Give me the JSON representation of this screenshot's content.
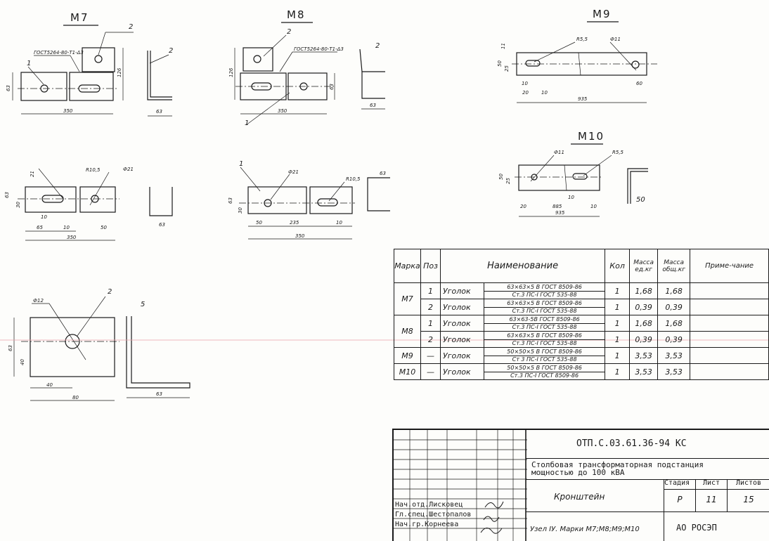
{
  "drawings": {
    "m7": {
      "title": "М7",
      "gost": "ГОСТ5264-80-Т1-Δ3",
      "pos1": "1",
      "pos2": "2",
      "d350": "350",
      "d126": "126",
      "d63": "63",
      "d63b": "63",
      "plan": {
        "r": "R10,5",
        "dia": "Ф21",
        "d21": "21",
        "d30": "30",
        "d65": "65",
        "d10": "10",
        "d50": "50",
        "d350": "350",
        "d63": "63",
        "d63b": "63",
        "d10b": "10"
      }
    },
    "m8": {
      "title": "М8",
      "gost": "ГОСТ5264-80-Т1-Δ3",
      "pos1": "1",
      "pos2": "2",
      "d126": "126",
      "d63": "63",
      "d350": "350",
      "d63b": "63",
      "plan": {
        "pos": "1",
        "dia": "Ф21",
        "r": "R10,5",
        "d63": "63",
        "d30": "30",
        "d50": "50",
        "d235": "235",
        "d10": "10",
        "d350": "350",
        "d63b": "63"
      }
    },
    "m9": {
      "title": "М9",
      "r": "R5,5",
      "dia": "Ф11",
      "d11": "11",
      "d50": "50",
      "d25": "25",
      "d10": "10",
      "d20": "20",
      "d10b": "10",
      "d60": "60",
      "d935": "935"
    },
    "m10": {
      "title": "М10",
      "dia": "Ф11",
      "r": "R5,5",
      "d50": "50",
      "d25": "25",
      "d10": "10",
      "d20": "20",
      "d885": "885",
      "d10b": "10",
      "d935": "935",
      "d50b": "50"
    },
    "pos2": {
      "dia": "Ф12",
      "pos": "2",
      "d5": "5",
      "d63": "63",
      "d40": "40",
      "d40b": "40",
      "d80": "80",
      "d63b": "63"
    }
  },
  "spec_table": {
    "headers": {
      "mark": "Марка",
      "pos": "Поз",
      "name": "Наименование",
      "qty": "Кол",
      "mass_unit": "Масса ед.кг",
      "mass_total": "Масса общ.кг",
      "note": "Приме-чание"
    },
    "rows": [
      {
        "mark": "М7",
        "pos": "1",
        "item": "Уголок",
        "spec_top": "63×63×5 В ГОСТ 8509-86",
        "spec_bot": "Ст.3 ПС-I ГОСТ 535-88",
        "qty": "1",
        "mu": "1,68",
        "mt": "1,68"
      },
      {
        "mark": "",
        "pos": "2",
        "item": "Уголок",
        "spec_top": "63×63×5 В ГОСТ 8509-86",
        "spec_bot": "Ст.3 ПС-I ГОСТ 535-88",
        "qty": "1",
        "mu": "0,39",
        "mt": "0,39"
      },
      {
        "mark": "М8",
        "pos": "1",
        "item": "Уголок",
        "spec_top": "63×63-5В ГОСТ 8509-86",
        "spec_bot": "Ст.3 ПС-I ГОСТ 535-88",
        "qty": "1",
        "mu": "1,68",
        "mt": "1,68"
      },
      {
        "mark": "",
        "pos": "2",
        "item": "Уголок",
        "spec_top": "63×63×5 В ГОСТ 8509-86",
        "spec_bot": "Ст.3 ПС-I ГОСТ 535-88",
        "qty": "1",
        "mu": "0,39",
        "mt": "0,39"
      },
      {
        "mark": "М9",
        "pos": "—",
        "item": "Уголок",
        "spec_top": "50×50×5 В ГОСТ 8509-86",
        "spec_bot": "Ст 3 ПС-I ГОСТ 535-88",
        "qty": "1",
        "mu": "3,53",
        "mt": "3,53"
      },
      {
        "mark": "М10",
        "pos": "—",
        "item": "Уголок",
        "spec_top": "50×50×5 В ГОСТ 8509-86",
        "spec_bot": "Ст.3 ПС-I ГОСТ 8509-86",
        "qty": "1",
        "mu": "3,53",
        "mt": "3,53"
      }
    ]
  },
  "title_block": {
    "doc_code": "ОТП.С.03.61.36-94 КС",
    "project": "Столбовая трансформаторная подстанция мощностью до 100 кВА",
    "sheet_name": "Кронштейн",
    "stage_label": "Стадия",
    "sheet_label": "Лист",
    "sheets_label": "Листов",
    "stage": "Р",
    "sheet": "11",
    "sheets": "15",
    "node": "Узел IУ. Марки М7;М8;М9;М10",
    "org": "АО РОСЭП",
    "people": [
      {
        "role": "Нач.отд.",
        "name": "Лисковец"
      },
      {
        "role": "Гл.спец.",
        "name": "Шестопалов"
      },
      {
        "role": "Нач.гр.",
        "name": "Корнеева"
      }
    ]
  }
}
